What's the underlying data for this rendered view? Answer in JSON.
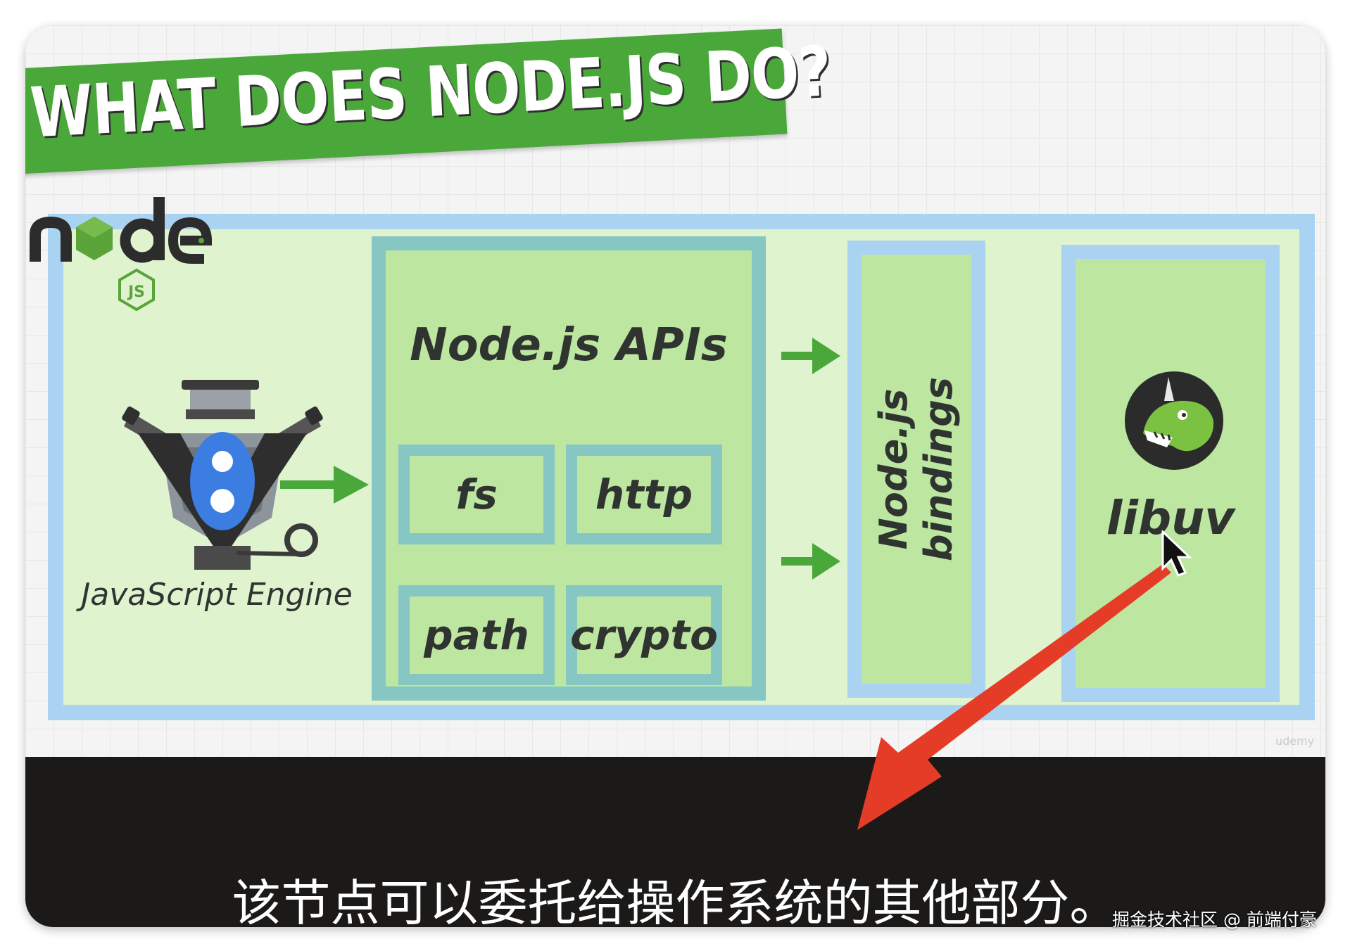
{
  "slide": {
    "title": "WHAT DOES NODE.JS DO?",
    "node_logo_text": "node",
    "node_logo_badge": "JS",
    "engine_label": "JavaScript Engine",
    "v8_badge": "8",
    "apis_title": "Node.js APIs",
    "modules": [
      "fs",
      "http",
      "path",
      "crypto"
    ],
    "bindings_lines": [
      "Node.js",
      "bindings"
    ],
    "libuv_label": "libuv",
    "brand_corner": "udemy"
  },
  "caption": {
    "subtitle": "该节点可以委托给操作系统的其他部分。",
    "watermark": "掘金技术社区 @ 前端付豪"
  },
  "colors": {
    "title_banner": "#4aa83b",
    "outer_border": "#a9d3f1",
    "panel_fill": "#bde6a1",
    "api_border": "#86c7c4",
    "arrow_green": "#4aa83b",
    "annotation_arrow": "#e53c27",
    "caption_bg": "#1b1a19"
  },
  "icons": [
    "nodejs-logo",
    "v8-engine-icon",
    "libuv-dinosaur-icon",
    "mouse-cursor-icon",
    "green-arrow-icon",
    "red-annotation-arrow"
  ]
}
